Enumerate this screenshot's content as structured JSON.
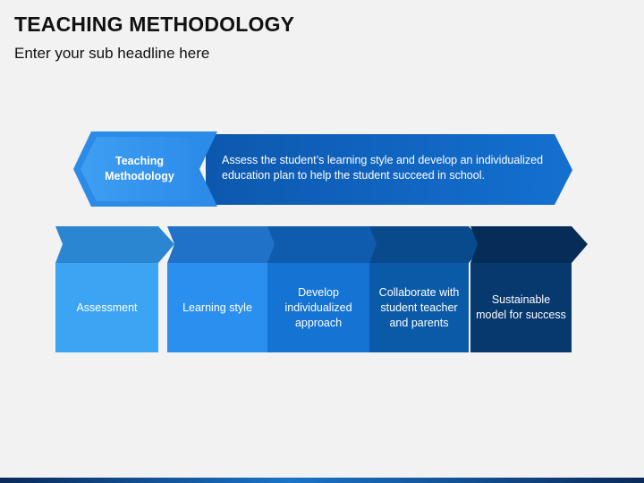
{
  "header": {
    "title": "TEACHING METHODOLOGY",
    "subtitle": "Enter your sub headline here"
  },
  "banner": {
    "label": "Teaching Methodology",
    "description": "Assess the student’s learning style and develop an individualized education plan to help the student succeed in school."
  },
  "steps": [
    {
      "label": "Assessment",
      "color": "#3ba4f3",
      "dark": "#2b86d2"
    },
    {
      "label": "Learning style",
      "color": "#2b8ff0",
      "dark": "#1f72c8"
    },
    {
      "label": "Develop individualized approach",
      "color": "#1473d3",
      "dark": "#0f5cae"
    },
    {
      "label": "Collaborate with student teacher and parents",
      "color": "#0b5aa8",
      "dark": "#094a8c"
    },
    {
      "label": "Sustainable model for success",
      "color": "#07396f",
      "dark": "#052d58"
    }
  ],
  "colors": {
    "background": "#f2f2f2",
    "banner_dark": "#0d5cb8",
    "banner_light": "#3a9cf0"
  }
}
